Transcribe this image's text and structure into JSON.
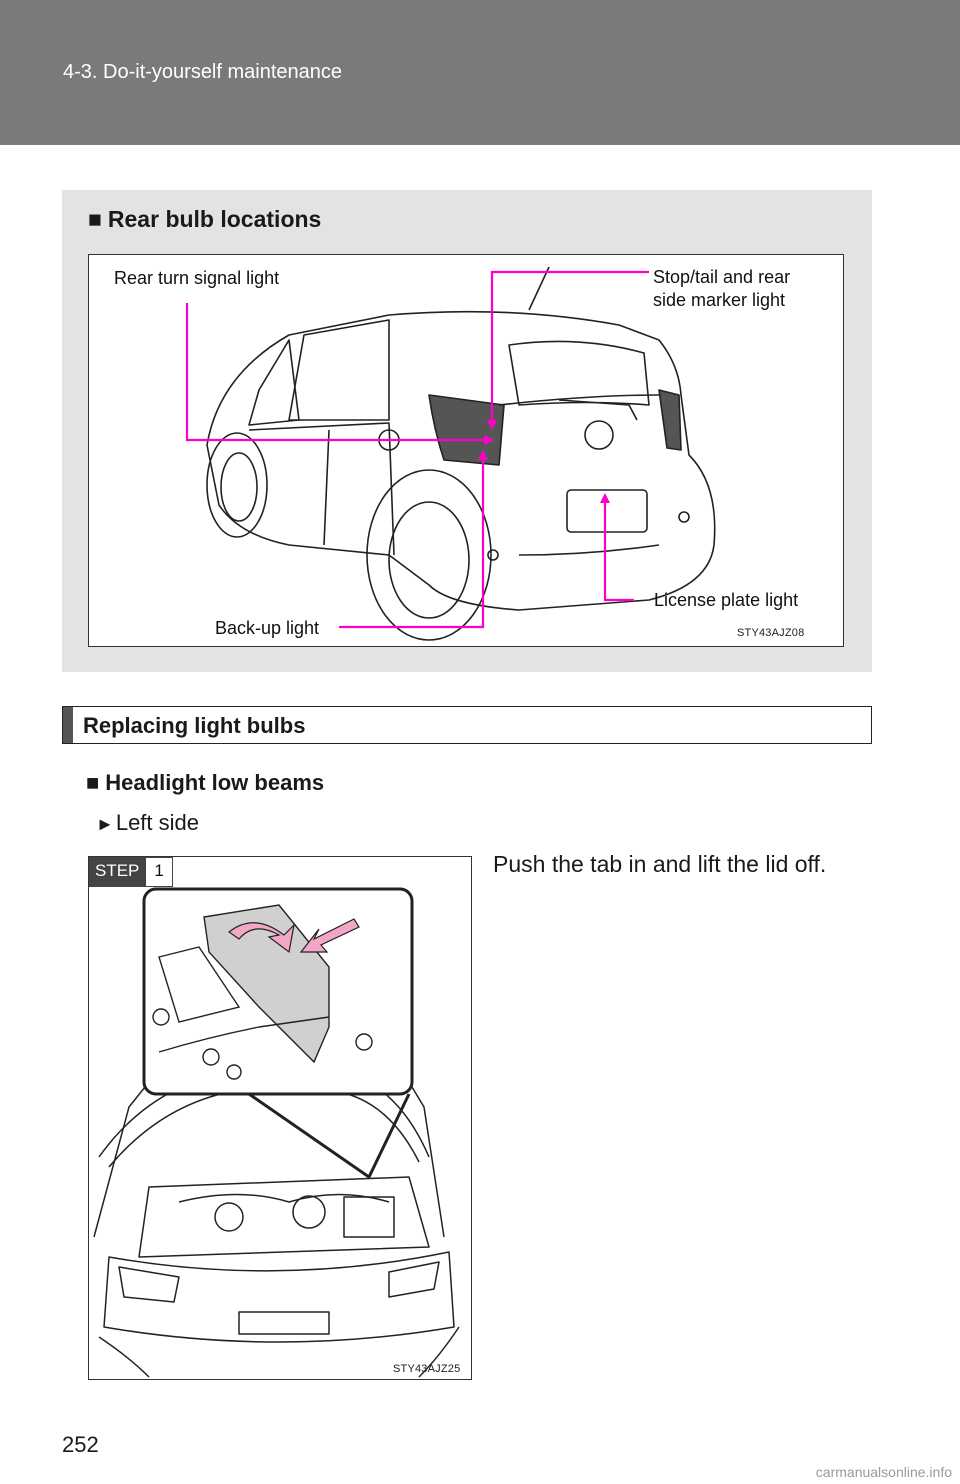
{
  "header": {
    "section_title": "4-3. Do-it-yourself maintenance"
  },
  "rear_bulbs": {
    "bullet": "■",
    "heading": "Rear bulb locations",
    "callouts": {
      "rear_turn": "Rear turn signal light",
      "stop_tail": "Stop/tail and rear\nside marker light",
      "license": "License plate light",
      "backup": "Back-up light"
    },
    "figure_code": "STY43AJZ08"
  },
  "section": {
    "title": "Replacing light bulbs"
  },
  "headlight": {
    "bullet": "■",
    "heading": "Headlight low beams",
    "arrow": "►",
    "side": "Left side"
  },
  "step": {
    "label": "STEP",
    "number": "1",
    "instruction": "Push the tab in and lift the lid off.",
    "figure_code": "STY43AJZ25"
  },
  "footer": {
    "page_number": "252",
    "watermark": "carmanualsonline.info"
  },
  "colors": {
    "header_bg": "#7a7a7a",
    "panel_bg": "#e3e3e3",
    "callout_line": "#ff00cc",
    "arrow_pink": "#f2a7c9"
  }
}
